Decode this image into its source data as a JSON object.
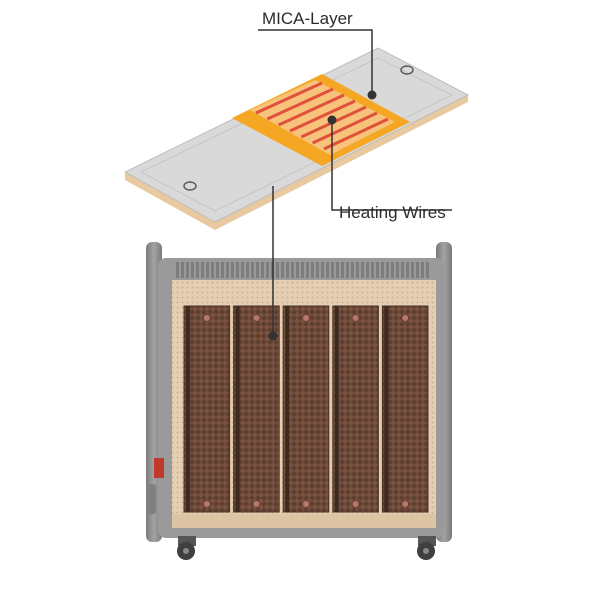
{
  "labels": {
    "mica_layer": "MICA-Layer",
    "heating_wires": "Heating Wires"
  },
  "colors": {
    "background": "#ffffff",
    "panel_top": "#d9d9d9",
    "panel_edge": "#e9c9a0",
    "mica_band": "#f5a623",
    "heating_wire": "#e0503a",
    "heater_frame": "#8c8c8c",
    "heater_inner": "#e8d3b8",
    "heating_element": "#6b4a3a",
    "callout_line": "#333333"
  },
  "heater": {
    "element_count": 5
  }
}
